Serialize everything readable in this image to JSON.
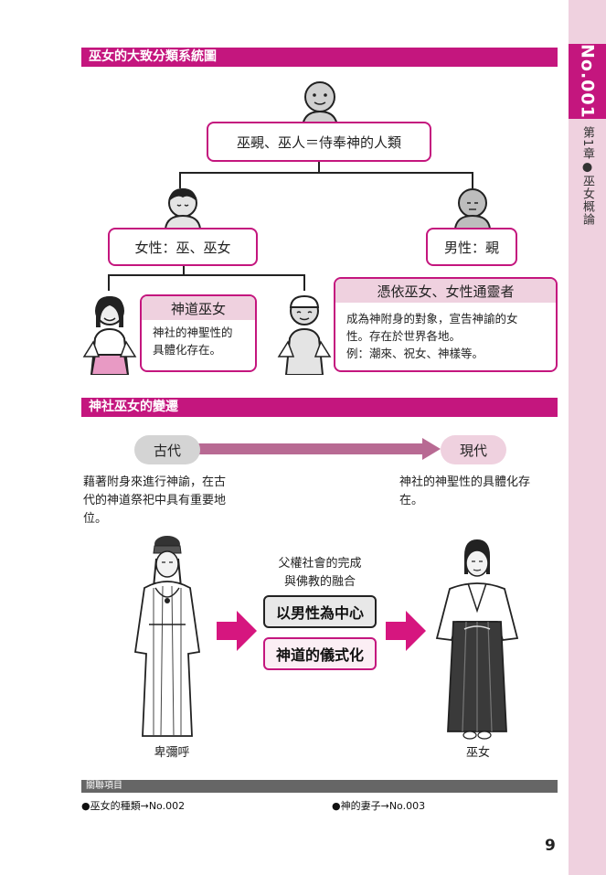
{
  "side_tab": {
    "number": "No.001",
    "chapter": "第1章●巫女概論"
  },
  "section1": {
    "title": "巫女的大致分類系統圖",
    "root_label": "巫覡、巫人＝侍奉神的人類",
    "female_label": "女性：巫、巫女",
    "male_label": "男性：覡",
    "shinto_miko": {
      "title": "神道巫女",
      "desc_line1": "神社的神聖性的",
      "desc_line2": "具體化存在。"
    },
    "possession_miko": {
      "title": "憑依巫女、女性通靈者",
      "line1": "成為神附身的對象，宣告神諭的女",
      "line2": "性。存在於世界各地。",
      "line3": "例：潮來、祝女、神樣等。"
    }
  },
  "section2": {
    "title": "神社巫女的變遷",
    "timeline_start": "古代",
    "timeline_end": "現代",
    "ancient_line1": "藉著附身來進行神諭，在古",
    "ancient_line2": "代的神道祭祀中具有重要地",
    "ancient_line3": "位。",
    "modern_line1": "神社的神聖性的具體化存",
    "modern_line2": "在。",
    "change_line1": "父權社會的完成",
    "change_line2": "與佛教的融合",
    "change_box1": "以男性為中心",
    "change_box2": "神道的儀式化",
    "figure_left": "卑彌呼",
    "figure_right": "巫女"
  },
  "related": {
    "header": "關聯項目",
    "item1": "●巫女的種類→No.002",
    "item2": "●神的妻子→No.003"
  },
  "page_number": "9",
  "colors": {
    "accent": "#c4167e",
    "accent_light": "#efd1df"
  }
}
